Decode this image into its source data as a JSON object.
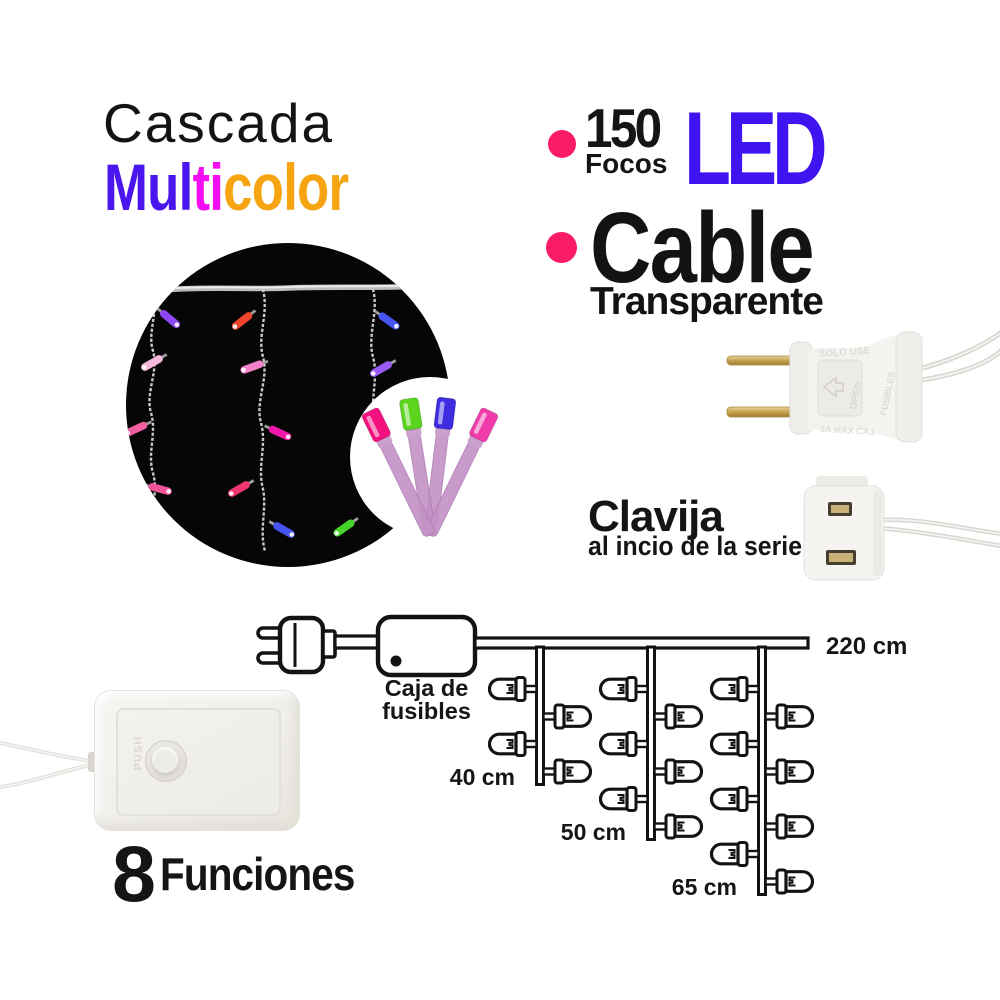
{
  "product": {
    "title": "Cascada",
    "title_colored": [
      {
        "text": "Mul",
        "color": "#4b16ee"
      },
      {
        "text": "ti",
        "color": "#f40df4"
      },
      {
        "text": "color",
        "color": "#f7a412"
      }
    ]
  },
  "features": {
    "bullet_color": "#fb1c66",
    "led": {
      "count": "150",
      "unit": "Focos",
      "word": "LED",
      "word_color": "#3f14f0"
    },
    "cable": {
      "title": "Cable",
      "subtitle": "Transparente"
    }
  },
  "clavija": {
    "title": "Clavija",
    "subtitle": "al incio de la serie"
  },
  "plug_photo": {
    "embossed_top": "SOLO USE",
    "embossed_side": "FUSIBLES",
    "embossed_center": "OPEN",
    "embossed_bottom": "3A MAX CAJ"
  },
  "diagram": {
    "fuse_box_line1": "Caja de",
    "fuse_box_line2": "fusibles",
    "total_length": "220 cm",
    "drops": [
      {
        "label": "40 cm",
        "bulbs": 4
      },
      {
        "label": "50 cm",
        "bulbs": 6
      },
      {
        "label": "65 cm",
        "bulbs": 8
      }
    ]
  },
  "controller": {
    "number": "8",
    "label": "Funciones",
    "button": "PUSH"
  },
  "curtain_photo": {
    "bulb_colors": [
      "#8f46f5",
      "#f6b9dd",
      "#f05fa0",
      "#f0559a",
      "#f0452c",
      "#f581c8",
      "#ef18a8",
      "#f0386e",
      "#4555f2",
      "#9a5cf5",
      "#46d428"
    ]
  },
  "closeup_photo": {
    "bulb_colors": [
      "#f2117e",
      "#5ad41f",
      "#3d2ce0",
      "#f03cab"
    ]
  }
}
